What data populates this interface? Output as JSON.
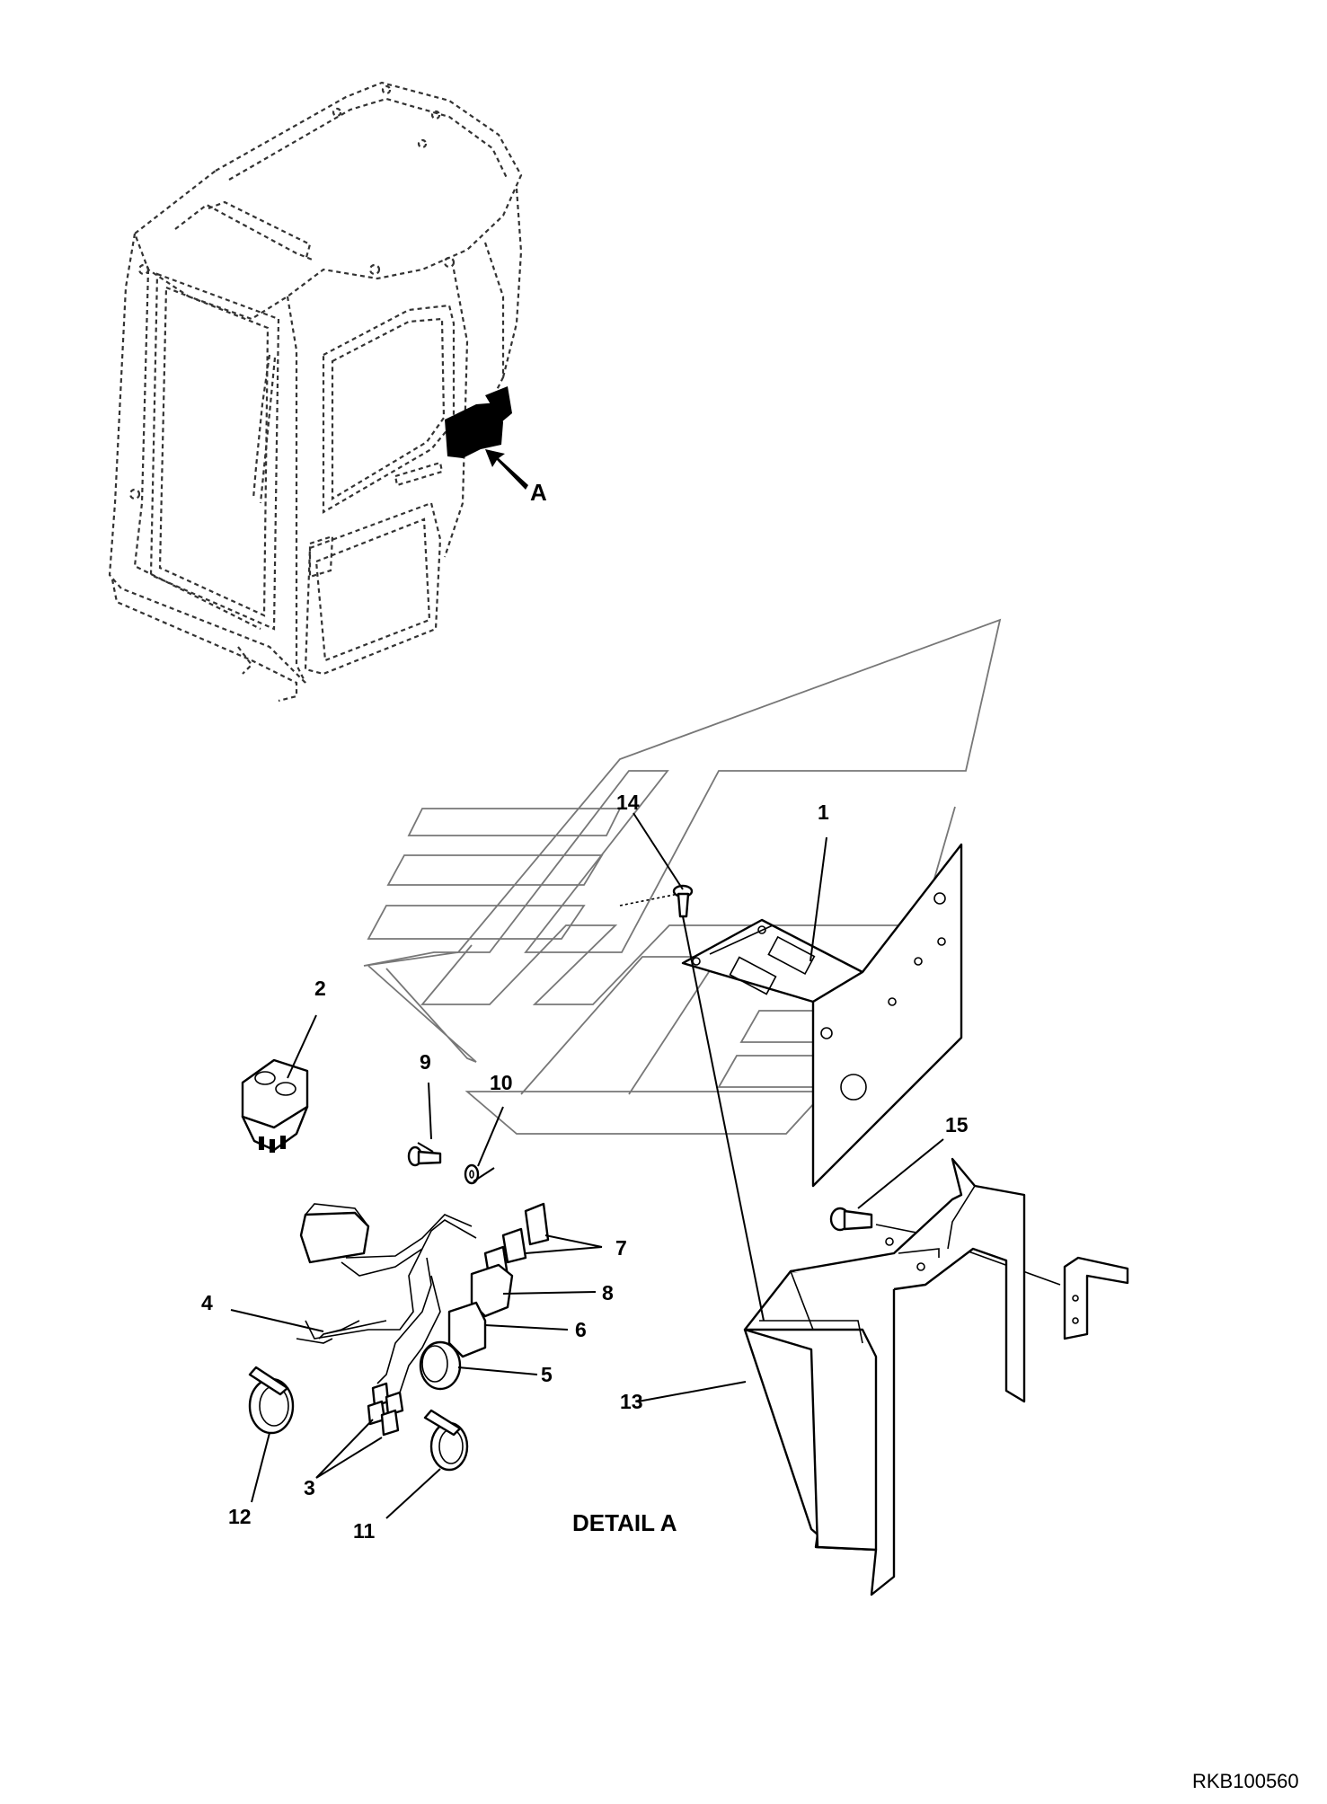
{
  "detail_arrow_label": "A",
  "detail_title": "DETAIL A",
  "reference_code": "RKB100560",
  "callouts": {
    "c1": "1",
    "c2": "2",
    "c3": "3",
    "c4": "4",
    "c5": "5",
    "c6": "6",
    "c7": "7",
    "c8": "8",
    "c9": "9",
    "c10": "10",
    "c11": "11",
    "c12": "12",
    "c13": "13",
    "c14": "14",
    "c15": "15"
  }
}
